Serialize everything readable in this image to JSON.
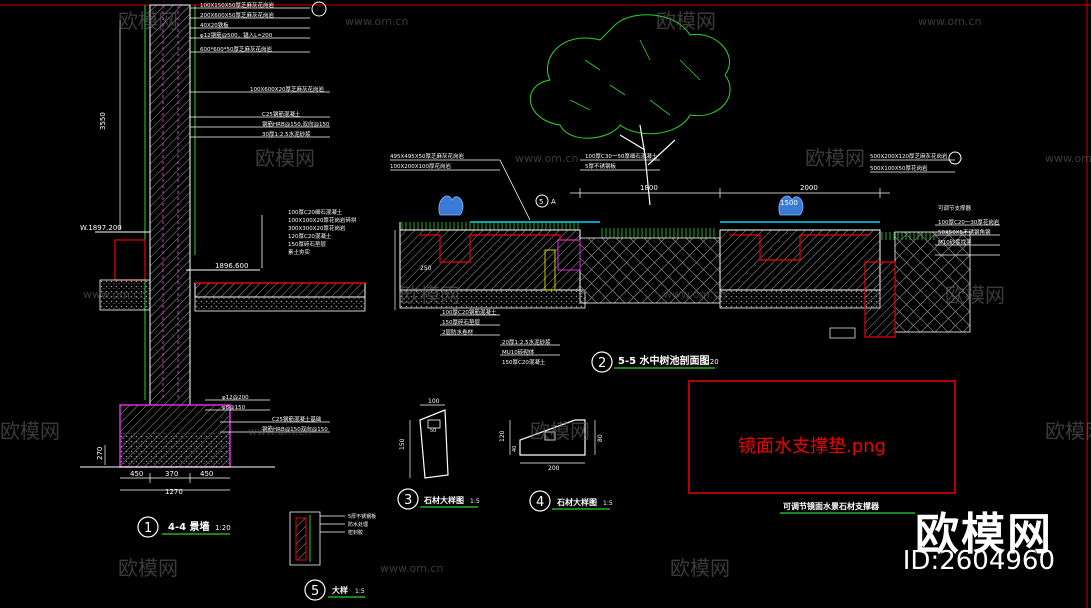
{
  "watermark": {
    "brand": "欧模网",
    "site": "www.om.cn"
  },
  "brand": {
    "name": "欧模网",
    "id": "ID:2604960"
  },
  "section_4": {
    "title": "4-4 景墙",
    "scale": "1:20",
    "number": "1",
    "level_top": "W.1897.200",
    "level_mid": "1896.600",
    "height": "3550",
    "dims": [
      "450",
      "370",
      "450"
    ],
    "total": "1270",
    "base_dim": "270",
    "notes_top": [
      "100X150X50厚芝麻灰花岗岩",
      "200X600X50厚芝麻灰花岗岩",
      "40X20铁板",
      "φ12钢筋@500，锚入L=200",
      "600*600*50厚芝麻灰花岗岩"
    ],
    "notes_mid": [
      "100X600X20厚芝麻灰花岗岩",
      "C25钢筋混凝土",
      "钢筋HRB@150,双向@150",
      "30厚1:2.5水泥砂浆"
    ],
    "notes_right": [
      "100厚C20细石混凝土",
      "100X100X20厚花岗岩碎拼",
      "300X300X20厚花岗岩",
      "120厚C20混凝土",
      "150厚碎石垫层",
      "素土夯实"
    ],
    "notes_bottom": [
      "φ12@200",
      "φ8@150",
      "C25钢筋混凝土基础",
      "钢筋HRB@150双向@150"
    ]
  },
  "section_55": {
    "title": "5-5 水中树池剖面图",
    "scale": "1:20",
    "number": "2",
    "dims": [
      "250",
      "1800",
      "2000",
      "1500"
    ],
    "notes_top_left": [
      "495X495X50厚芝麻灰花岗岩",
      "100X200X100厚花岗岩"
    ],
    "notes_top_mid": [
      "100厚C30一50厚细石混凝土",
      "5厚不锈钢板"
    ],
    "notes_top_right": [
      "500X200X120厚芝麻灰花岗岩",
      "500X100X50厚花岗岩"
    ],
    "notes_bottom": [
      "100厚C20钢筋混凝土",
      "150厚碎石垫层",
      "2层防水卷材",
      "20厚1:2.5水泥砂浆",
      "MU10砖砌体",
      "150厚C20混凝土"
    ],
    "notes_right": [
      "可调节支撑器",
      "100厚C20一30厚花岗岩",
      "50X50X5不锈钢角钢",
      "M10砂浆找平"
    ],
    "markers": [
      "5",
      "A"
    ]
  },
  "detail_3": {
    "number": "3",
    "title": "石材大样图",
    "scale": "1:5",
    "dims": [
      "100",
      "150",
      "50"
    ]
  },
  "detail_4": {
    "number": "4",
    "title": "石材大样图",
    "scale": "1:5",
    "dims": [
      "200",
      "120",
      "40",
      "80"
    ]
  },
  "detail_5": {
    "number": "5",
    "title": "大样",
    "scale": "1:5",
    "notes": [
      "5厚不锈钢板",
      "防水处理",
      "密封胶"
    ]
  },
  "placeholder": {
    "label": "镜面水支撑垫.png",
    "caption": "可调节镜面水景石材支撑器"
  }
}
